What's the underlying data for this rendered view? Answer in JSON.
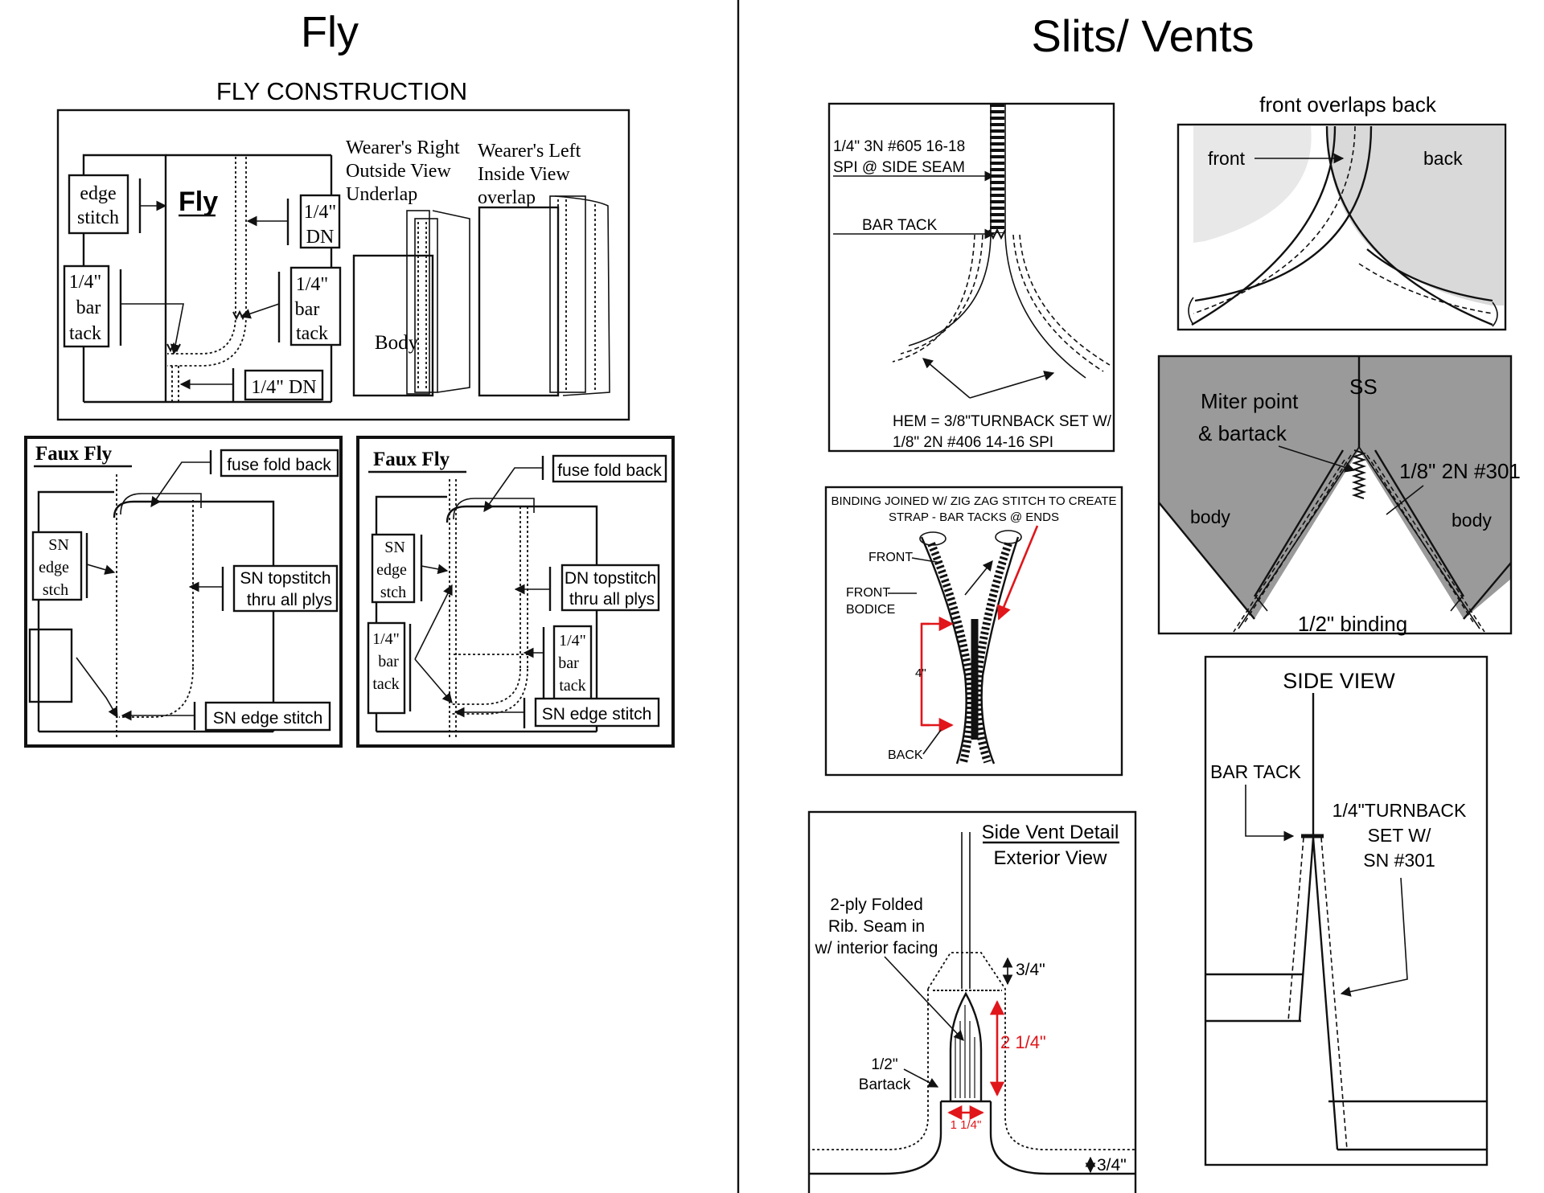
{
  "fly": {
    "title": "Fly",
    "construction_title": "FLY CONSTRUCTION",
    "main_label": "Fly",
    "edge_stitch": [
      "edge",
      "stitch"
    ],
    "bar_tack_left": [
      "1/4\"",
      "bar",
      "tack"
    ],
    "dn_top": [
      "1/4\"",
      "DN"
    ],
    "bar_tack_right": [
      "1/4\"",
      "bar",
      "tack"
    ],
    "dn_bottom": "1/4\" DN",
    "wearer_right": [
      "Wearer's Right",
      "Outside View",
      "Underlap"
    ],
    "wearer_left": [
      "Wearer's Left",
      "Inside View",
      "overlap"
    ],
    "body_label": "Body"
  },
  "faux_fly_1": {
    "title": "Faux Fly",
    "fuse": "fuse fold back",
    "sn_edge": [
      "SN",
      "edge",
      "stch"
    ],
    "topstitch": [
      "SN topstitch",
      "thru all plys"
    ],
    "edge_stitch": "SN edge stitch"
  },
  "faux_fly_2": {
    "title": "Faux Fly",
    "fuse": "fuse fold back",
    "sn_edge": [
      "SN",
      "edge",
      "stch"
    ],
    "topstitch": [
      "DN topstitch",
      "thru all plys"
    ],
    "bar_left": [
      "1/4\"",
      "bar",
      "tack"
    ],
    "bar_right": [
      "1/4\"",
      "bar",
      "tack"
    ],
    "edge_stitch": "SN edge stitch"
  },
  "slits": {
    "title": "Slits/ Vents",
    "side_seam": [
      "1/4\" 3N #605 16-18",
      "SPI @ SIDE SEAM"
    ],
    "bar_tack": "BAR TACK",
    "hem": [
      "HEM = 3/8\"TURNBACK SET W/",
      "1/8\" 2N #406 14-16 SPI"
    ],
    "overlap_title": "front overlaps back",
    "front": "front",
    "back": "back",
    "binding_caption": [
      "BINDING JOINED W/ ZIG ZAG STITCH TO CREATE",
      "STRAP - BAR TACKS @ ENDS"
    ],
    "binding_front": "FRONT",
    "binding_bodice": [
      "FRONT",
      "BODICE"
    ],
    "binding_four": "4\"",
    "binding_back": "BACK",
    "miter": [
      "Miter point",
      "& bartack"
    ],
    "ss": "SS",
    "stitch_301": "1/8\" 2N #301",
    "body_left": "body",
    "body_right": "body",
    "half_binding": "1/2\" binding",
    "vent_title": "Side Vent Detail",
    "vent_subtitle": "Exterior View",
    "vent_ply": [
      "2-ply Folded",
      "Rib. Seam in",
      "w/ interior facing"
    ],
    "vent_three_quarter_top": "3/4\"",
    "vent_two_quarter": "2 1/4\"",
    "vent_half": [
      "1/2\"",
      "Bartack"
    ],
    "vent_one_quarter": "1 1/4\"",
    "vent_three_quarter_bottom": "3/4\"",
    "side_view_title": "SIDE VIEW",
    "side_bar_tack": "BAR TACK",
    "turnback": [
      "1/4\"TURNBACK",
      "SET W/",
      "SN #301"
    ]
  },
  "colors": {
    "ink": "#111111",
    "accent_red": "#e0161b",
    "shade_dark": "#9a9a9a",
    "shade_light": "#d9d9d9"
  }
}
